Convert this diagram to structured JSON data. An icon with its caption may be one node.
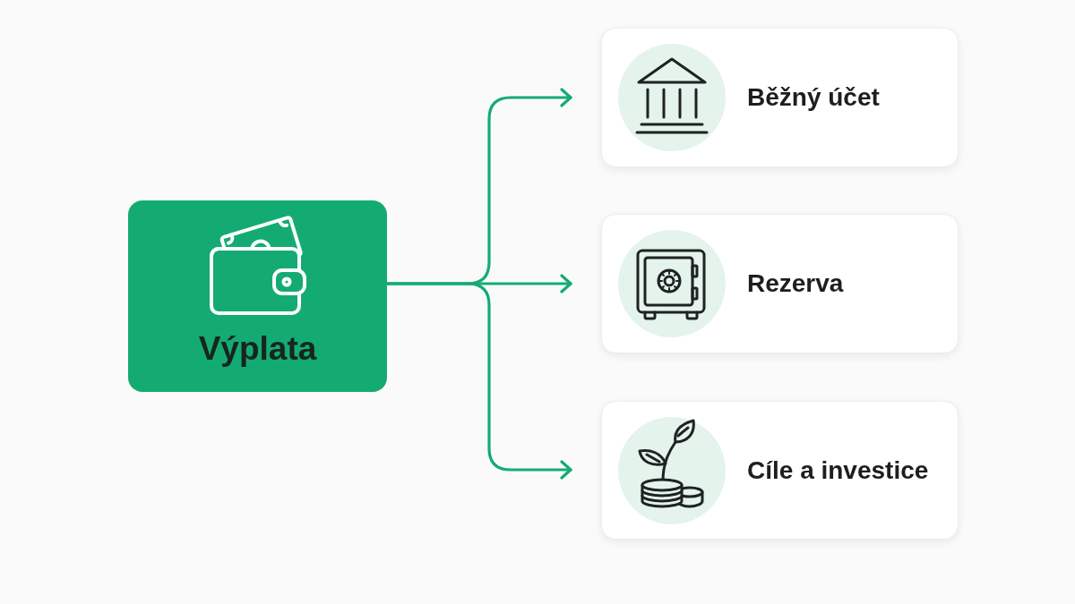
{
  "diagram": {
    "nodes": [
      {
        "text": [
          "Výplata"
        ]
      },
      {
        "text": [
          "Běžný účet"
        ]
      },
      {
        "text": [
          "Rezerva"
        ]
      },
      {
        "text": [
          "Cíle a investice"
        ]
      }
    ],
    "edges": [
      {
        "from": 0,
        "to": 1,
        "arrow": "to"
      },
      {
        "from": 0,
        "to": 2,
        "arrow": "to"
      },
      {
        "from": 0,
        "to": 3,
        "arrow": "to"
      }
    ]
  }
}
